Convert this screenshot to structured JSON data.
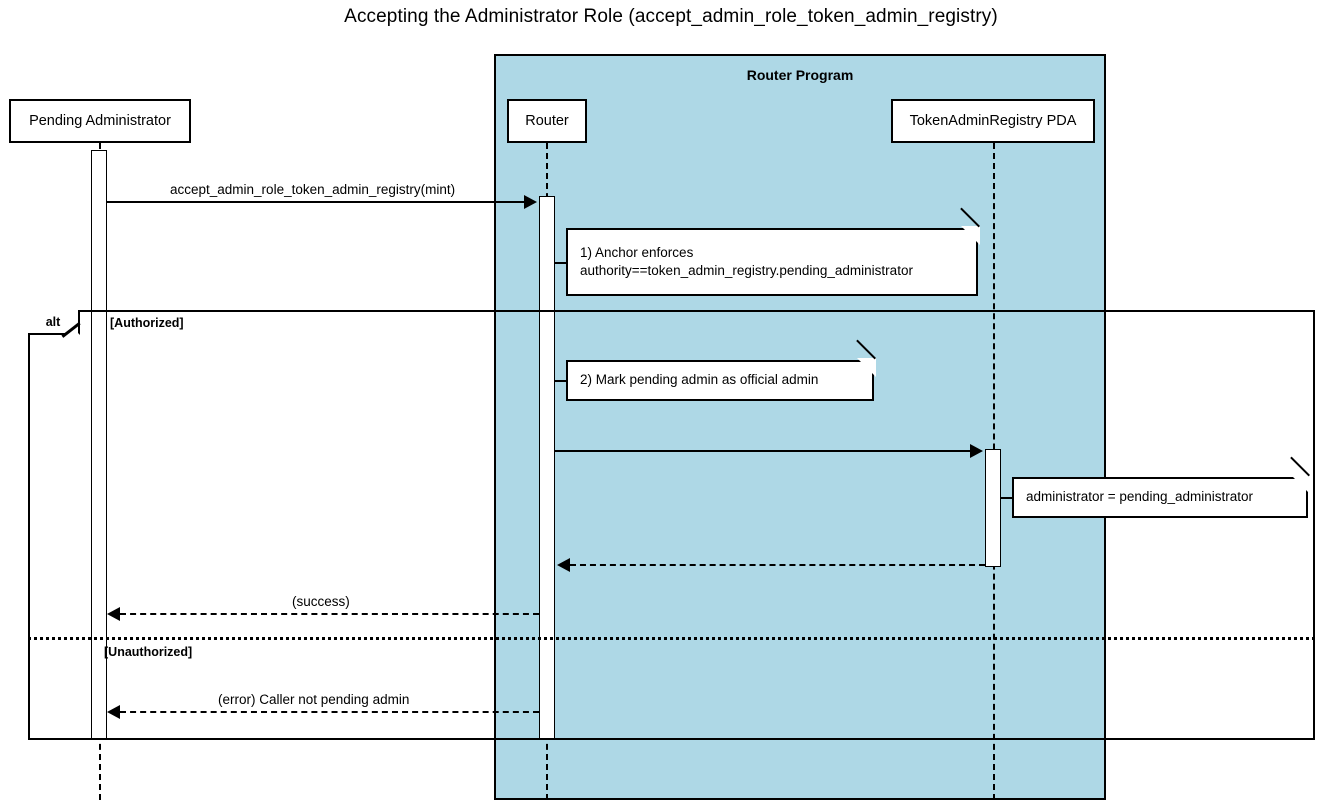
{
  "diagram": {
    "title": "Accepting the Administrator Role (accept_admin_role_token_admin_registry)",
    "type": "uml-sequence-diagram"
  },
  "group": {
    "label": "Router Program",
    "fill_color": "#aed8e6",
    "border_color": "#000000"
  },
  "participants": [
    {
      "id": "pending-administrator",
      "label": "Pending Administrator",
      "in_group": false
    },
    {
      "id": "router",
      "label": "Router",
      "in_group": true
    },
    {
      "id": "token-admin-registry-pda",
      "label": "TokenAdminRegistry PDA",
      "in_group": true
    }
  ],
  "messages": [
    {
      "id": "msg-accept-admin-role",
      "label": "accept_admin_role_token_admin_registry(mint)",
      "from": "pending-administrator",
      "to": "router",
      "style": "solid",
      "direction": "right"
    },
    {
      "id": "msg-set-administrator",
      "label": "",
      "from": "router",
      "to": "token-admin-registry-pda",
      "style": "solid",
      "direction": "right"
    },
    {
      "id": "msg-pda-return",
      "label": "",
      "from": "token-admin-registry-pda",
      "to": "router",
      "style": "dashed",
      "direction": "left"
    },
    {
      "id": "msg-success",
      "label": "(success)",
      "from": "router",
      "to": "pending-administrator",
      "style": "dashed",
      "direction": "left"
    },
    {
      "id": "msg-error",
      "label": "(error) Caller not pending admin",
      "from": "router",
      "to": "pending-administrator",
      "style": "dashed",
      "direction": "left"
    }
  ],
  "notes": [
    {
      "id": "note-anchor-enforces",
      "text": "1) Anchor enforces\nauthority==token_admin_registry.pending_administrator",
      "attached_to": "router"
    },
    {
      "id": "note-mark-pending-admin",
      "text": "2) Mark pending admin as official admin",
      "attached_to": "router"
    },
    {
      "id": "note-administrator-assignment",
      "text": "administrator = pending_administrator",
      "attached_to": "token-admin-registry-pda"
    }
  ],
  "fragment": {
    "operator": "alt",
    "branches": [
      {
        "id": "branch-authorized",
        "guard": "[Authorized]"
      },
      {
        "id": "branch-unauthorized",
        "guard": "[Unauthorized]"
      }
    ]
  }
}
